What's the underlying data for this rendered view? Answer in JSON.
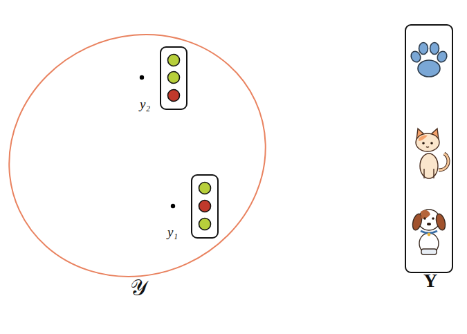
{
  "diagram": {
    "nodes": [
      {
        "text": [
          "𝒴"
        ]
      },
      {
        "text": [
          "Y"
        ]
      }
    ],
    "labels": [
      "y₂",
      "y₁"
    ]
  }
}
